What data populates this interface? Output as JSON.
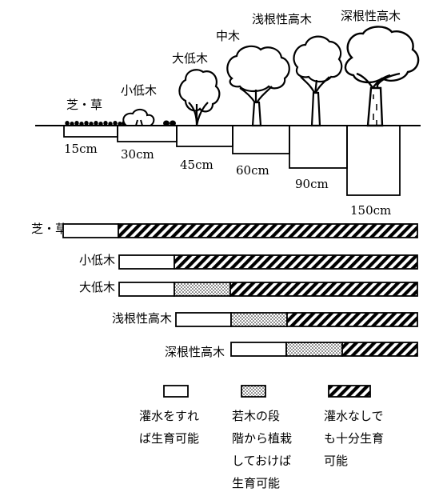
{
  "plants": [
    {
      "id": "shiba",
      "label": "芝・草",
      "depth": "15cm"
    },
    {
      "id": "shoteiboku",
      "label": "小低木",
      "depth": "30cm"
    },
    {
      "id": "daiteiboku",
      "label": "大低木",
      "depth": "45cm"
    },
    {
      "id": "chuboku",
      "label": "中木",
      "depth": "60cm"
    },
    {
      "id": "asane",
      "label": "浅根性高木",
      "depth": "90cm"
    },
    {
      "id": "fukane",
      "label": "深根性高木",
      "depth": "150cm"
    }
  ],
  "rows": [
    {
      "label": "芝・草",
      "segments": [
        "white",
        "hatch"
      ]
    },
    {
      "label": "小低木",
      "segments": [
        "white",
        "hatch"
      ]
    },
    {
      "label": "大低木",
      "segments": [
        "white",
        "dots",
        "hatch"
      ]
    },
    {
      "label": "浅根性高木",
      "segments": [
        "white",
        "dots",
        "hatch"
      ]
    },
    {
      "label": "深根性高木",
      "segments": [
        "white",
        "dots",
        "hatch"
      ]
    }
  ],
  "legend": [
    {
      "pattern": "white",
      "lines": [
        "灌水をすれ",
        "ば生育可能"
      ]
    },
    {
      "pattern": "dots",
      "lines": [
        "若木の段",
        "階から植栽",
        "しておけば",
        "生育可能"
      ]
    },
    {
      "pattern": "hatch",
      "lines": [
        "灌水なしで",
        "も十分生育",
        "可能"
      ]
    }
  ]
}
